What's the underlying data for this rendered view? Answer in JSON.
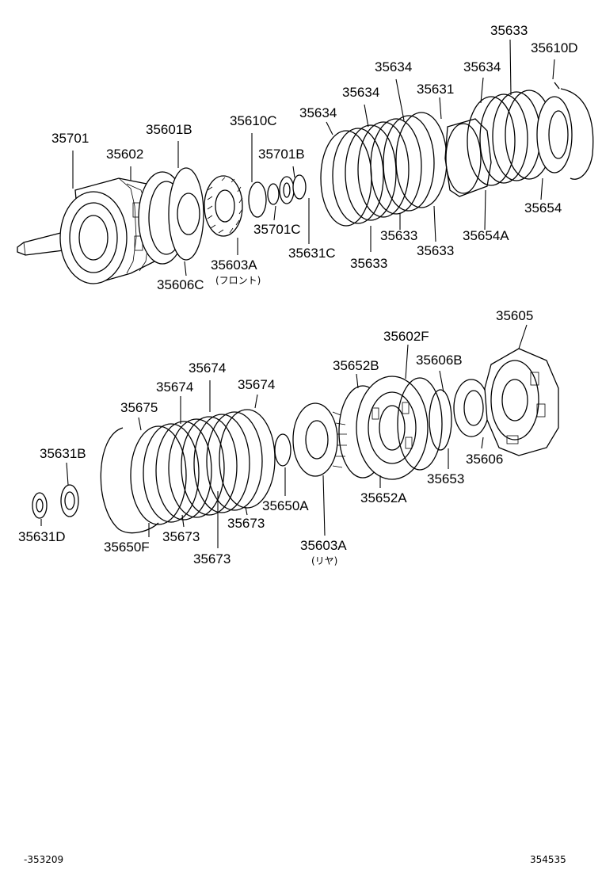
{
  "diagram": {
    "upper_assembly_labels": [
      "35633",
      "35610D",
      "35634",
      "35634",
      "35631",
      "35634",
      "35634",
      "35701",
      "35601B",
      "35610C",
      "35602",
      "35701B",
      "35654",
      "35701C",
      "35633",
      "35654A",
      "35633",
      "35631C",
      "35633",
      "35603A",
      "(フロント)",
      "35606C"
    ],
    "lower_assembly_labels": [
      "35605",
      "35602F",
      "35652B",
      "35606B",
      "35674",
      "35674",
      "35674",
      "35675",
      "35631B",
      "35606",
      "35653",
      "35652A",
      "35650A",
      "35631D",
      "35673",
      "35650F",
      "35673",
      "35603A",
      "(リヤ)",
      "35673"
    ],
    "footer": {
      "left_ref": "-353209",
      "right_ref": "354535"
    }
  }
}
